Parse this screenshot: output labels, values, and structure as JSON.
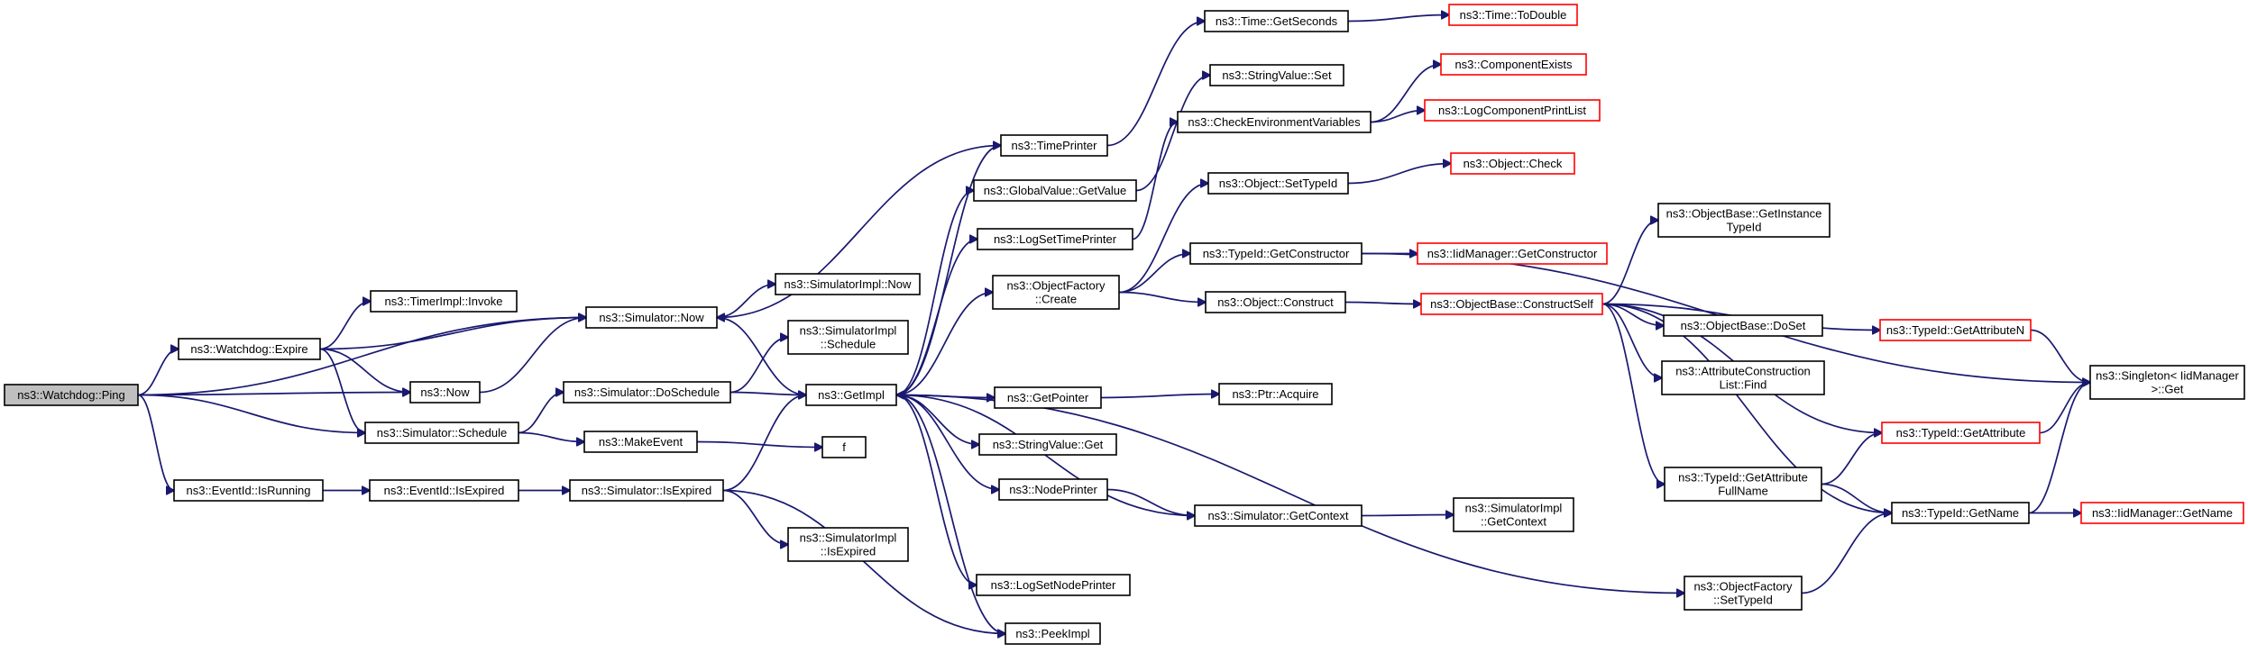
{
  "graph": {
    "edge_color": "#191970",
    "node_border": "#000000",
    "missing_border": "#ff0000",
    "root_fill": "#bfbfbf",
    "nodes": [
      {
        "id": "ping",
        "lines": [
          "ns3::Watchdog::Ping"
        ],
        "root": true
      },
      {
        "id": "expire",
        "lines": [
          "ns3::Watchdog::Expire"
        ]
      },
      {
        "id": "isrunning",
        "lines": [
          "ns3::EventId::IsRunning"
        ]
      },
      {
        "id": "timerinvoke",
        "lines": [
          "ns3::TimerImpl::Invoke"
        ]
      },
      {
        "id": "simnow",
        "lines": [
          "ns3::Simulator::Now"
        ]
      },
      {
        "id": "now",
        "lines": [
          "ns3::Now"
        ]
      },
      {
        "id": "simschedule",
        "lines": [
          "ns3::Simulator::Schedule"
        ]
      },
      {
        "id": "dosched",
        "lines": [
          "ns3::Simulator::DoSchedule"
        ]
      },
      {
        "id": "makeevent",
        "lines": [
          "ns3::MakeEvent"
        ]
      },
      {
        "id": "eidexpired",
        "lines": [
          "ns3::EventId::IsExpired"
        ]
      },
      {
        "id": "simexpired",
        "lines": [
          "ns3::Simulator::IsExpired"
        ]
      },
      {
        "id": "implnow",
        "lines": [
          "ns3::SimulatorImpl::Now"
        ]
      },
      {
        "id": "implsched",
        "lines": [
          "ns3::SimulatorImpl",
          "::Schedule"
        ]
      },
      {
        "id": "getimpl",
        "lines": [
          "ns3::GetImpl"
        ]
      },
      {
        "id": "f",
        "lines": [
          "f"
        ]
      },
      {
        "id": "implexpired",
        "lines": [
          "ns3::SimulatorImpl",
          "::IsExpired"
        ]
      },
      {
        "id": "timeprinter",
        "lines": [
          "ns3::TimePrinter"
        ]
      },
      {
        "id": "gvget",
        "lines": [
          "ns3::GlobalValue::GetValue"
        ]
      },
      {
        "id": "logtime",
        "lines": [
          "ns3::LogSetTimePrinter"
        ]
      },
      {
        "id": "ofcreate",
        "lines": [
          "ns3::ObjectFactory",
          "::Create"
        ]
      },
      {
        "id": "getpointer",
        "lines": [
          "ns3::GetPointer"
        ]
      },
      {
        "id": "svget",
        "lines": [
          "ns3::StringValue::Get"
        ]
      },
      {
        "id": "nodeprinter",
        "lines": [
          "ns3::NodePrinter"
        ]
      },
      {
        "id": "lognode",
        "lines": [
          "ns3::LogSetNodePrinter"
        ]
      },
      {
        "id": "peekimpl",
        "lines": [
          "ns3::PeekImpl"
        ]
      },
      {
        "id": "getseconds",
        "lines": [
          "ns3::Time::GetSeconds"
        ]
      },
      {
        "id": "svset",
        "lines": [
          "ns3::StringValue::Set"
        ]
      },
      {
        "id": "checkenv",
        "lines": [
          "ns3::CheckEnvironmentVariables"
        ]
      },
      {
        "id": "settypeid",
        "lines": [
          "ns3::Object::SetTypeId"
        ]
      },
      {
        "id": "getctor",
        "lines": [
          "ns3::TypeId::GetConstructor"
        ]
      },
      {
        "id": "objconstruct",
        "lines": [
          "ns3::Object::Construct"
        ]
      },
      {
        "id": "ptracquire",
        "lines": [
          "ns3::Ptr::Acquire"
        ]
      },
      {
        "id": "simgetctx",
        "lines": [
          "ns3::Simulator::GetContext"
        ]
      },
      {
        "id": "todouble",
        "lines": [
          "ns3::Time::ToDouble"
        ],
        "red": true
      },
      {
        "id": "compexists",
        "lines": [
          "ns3::ComponentExists"
        ],
        "red": true
      },
      {
        "id": "logcomplist",
        "lines": [
          "ns3::LogComponentPrintList"
        ],
        "red": true
      },
      {
        "id": "objcheck",
        "lines": [
          "ns3::Object::Check"
        ],
        "red": true
      },
      {
        "id": "iidgetctor",
        "lines": [
          "ns3::IidManager::GetConstructor"
        ],
        "red": true
      },
      {
        "id": "constructself",
        "lines": [
          "ns3::ObjectBase::ConstructSelf"
        ],
        "red": true
      },
      {
        "id": "implgetctx",
        "lines": [
          "ns3::SimulatorImpl",
          "::GetContext"
        ]
      },
      {
        "id": "getinst",
        "lines": [
          "ns3::ObjectBase::GetInstance",
          "TypeId"
        ]
      },
      {
        "id": "doset",
        "lines": [
          "ns3::ObjectBase::DoSet"
        ]
      },
      {
        "id": "acfind",
        "lines": [
          "ns3::AttributeConstruction",
          "List::Find"
        ]
      },
      {
        "id": "getattrfull",
        "lines": [
          "ns3::TypeId::GetAttribute",
          "FullName"
        ]
      },
      {
        "id": "ofsettypeid",
        "lines": [
          "ns3::ObjectFactory",
          "::SetTypeId"
        ]
      },
      {
        "id": "getattrn",
        "lines": [
          "ns3::TypeId::GetAttributeN"
        ],
        "red": true
      },
      {
        "id": "getattr",
        "lines": [
          "ns3::TypeId::GetAttribute"
        ],
        "red": true
      },
      {
        "id": "getname",
        "lines": [
          "ns3::TypeId::GetName"
        ]
      },
      {
        "id": "singleton",
        "lines": [
          "ns3::Singleton< IidManager",
          " >::Get"
        ]
      },
      {
        "id": "iidgetname",
        "lines": [
          "ns3::IidManager::GetName"
        ],
        "red": true
      }
    ],
    "edges": [
      [
        "ping",
        "simnow"
      ],
      [
        "ping",
        "expire"
      ],
      [
        "ping",
        "now"
      ],
      [
        "ping",
        "simschedule"
      ],
      [
        "ping",
        "isrunning"
      ],
      [
        "expire",
        "timerinvoke"
      ],
      [
        "expire",
        "simnow"
      ],
      [
        "expire",
        "now"
      ],
      [
        "expire",
        "simschedule"
      ],
      [
        "isrunning",
        "eidexpired"
      ],
      [
        "simnow",
        "implnow"
      ],
      [
        "simnow",
        "getimpl"
      ],
      [
        "now",
        "simnow"
      ],
      [
        "simschedule",
        "dosched"
      ],
      [
        "simschedule",
        "makeevent"
      ],
      [
        "dosched",
        "implsched"
      ],
      [
        "dosched",
        "getimpl"
      ],
      [
        "makeevent",
        "f"
      ],
      [
        "eidexpired",
        "simexpired"
      ],
      [
        "simexpired",
        "getimpl"
      ],
      [
        "simexpired",
        "implexpired"
      ],
      [
        "simexpired",
        "peekimpl"
      ],
      [
        "getimpl",
        "timeprinter"
      ],
      [
        "getimpl",
        "gvget"
      ],
      [
        "getimpl",
        "logtime"
      ],
      [
        "getimpl",
        "ofcreate"
      ],
      [
        "getimpl",
        "getpointer"
      ],
      [
        "getimpl",
        "svget"
      ],
      [
        "getimpl",
        "nodeprinter"
      ],
      [
        "getimpl",
        "lognode"
      ],
      [
        "getimpl",
        "peekimpl"
      ],
      [
        "getimpl",
        "ofsettypeid"
      ],
      [
        "timeprinter",
        "simnow"
      ],
      [
        "timeprinter",
        "getseconds"
      ],
      [
        "gvget",
        "svset"
      ],
      [
        "logtime",
        "checkenv"
      ],
      [
        "ofcreate",
        "settypeid"
      ],
      [
        "ofcreate",
        "getctor"
      ],
      [
        "ofcreate",
        "objconstruct"
      ],
      [
        "getpointer",
        "ptracquire"
      ],
      [
        "nodeprinter",
        "simgetctx"
      ],
      [
        "simgetctx",
        "getimpl"
      ],
      [
        "simgetctx",
        "implgetctx"
      ],
      [
        "getseconds",
        "todouble"
      ],
      [
        "checkenv",
        "compexists"
      ],
      [
        "checkenv",
        "logcomplist"
      ],
      [
        "settypeid",
        "objcheck"
      ],
      [
        "getctor",
        "iidgetctor"
      ],
      [
        "getctor",
        "singleton"
      ],
      [
        "objconstruct",
        "constructself"
      ],
      [
        "constructself",
        "getinst"
      ],
      [
        "constructself",
        "doset"
      ],
      [
        "constructself",
        "acfind"
      ],
      [
        "constructself",
        "getattrfull"
      ],
      [
        "constructself",
        "getattrn"
      ],
      [
        "constructself",
        "getattr"
      ],
      [
        "constructself",
        "getname"
      ],
      [
        "ofsettypeid",
        "getname"
      ],
      [
        "getattrfull",
        "getattr"
      ],
      [
        "getattrfull",
        "getname"
      ],
      [
        "getattrn",
        "singleton"
      ],
      [
        "getattr",
        "singleton"
      ],
      [
        "getname",
        "singleton"
      ],
      [
        "getname",
        "iidgetname"
      ]
    ]
  }
}
